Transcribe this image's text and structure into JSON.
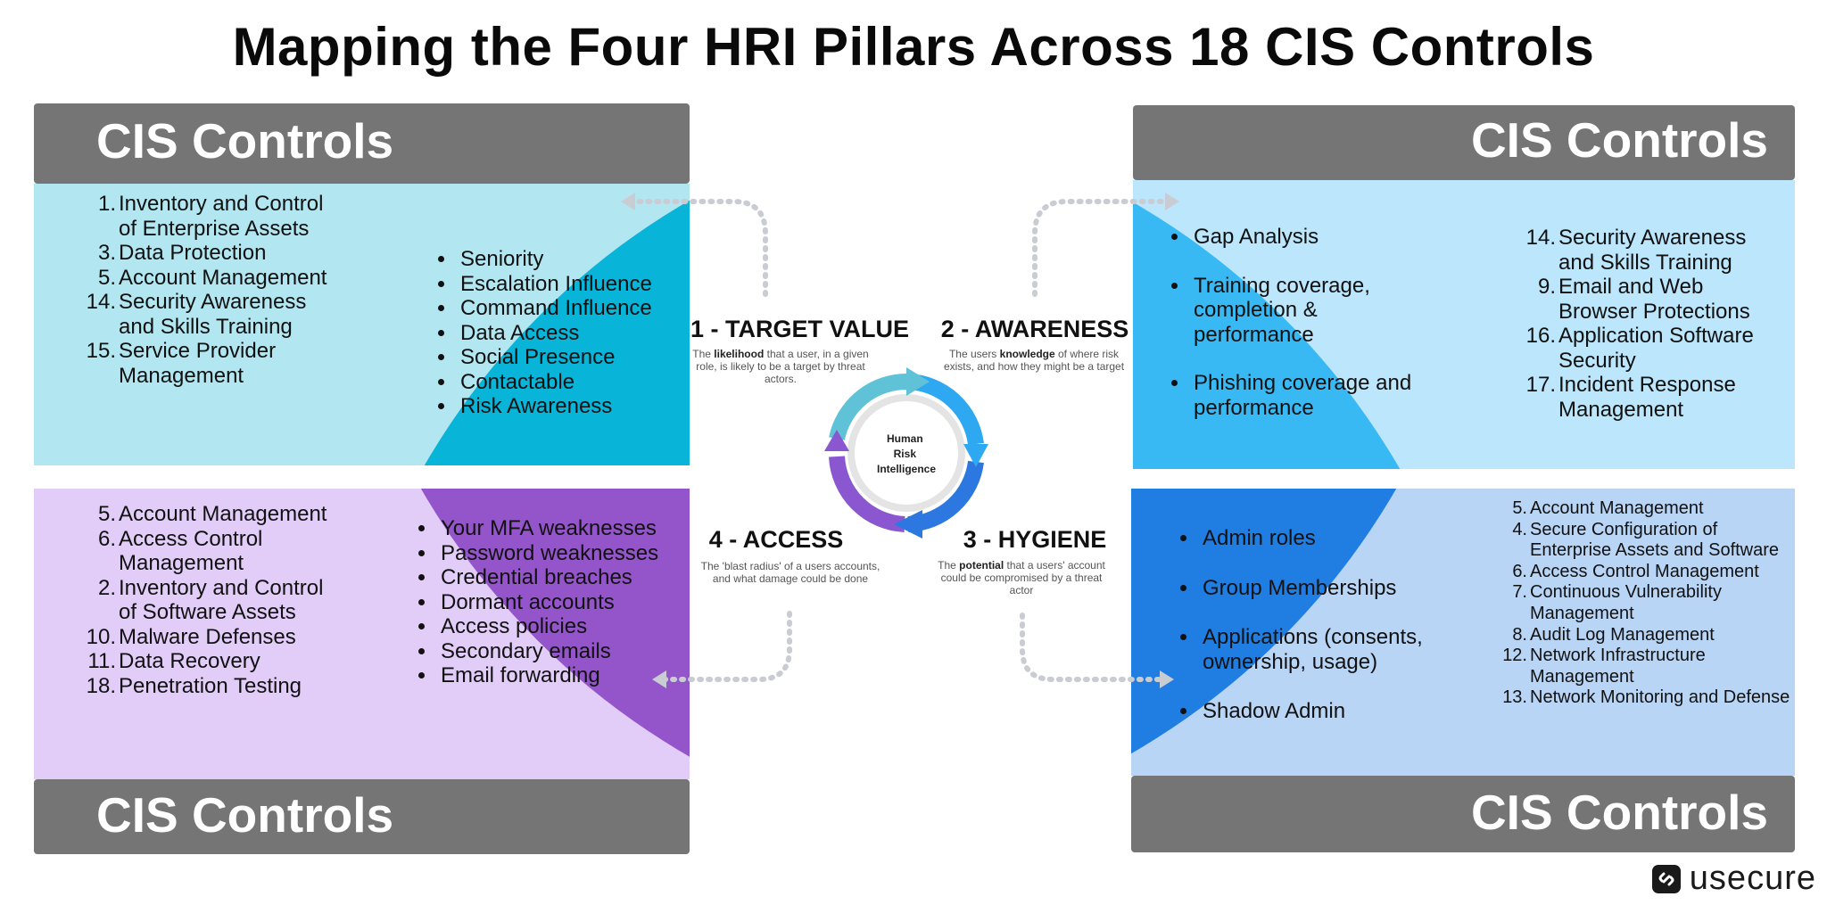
{
  "title": "Mapping the Four HRI Pillars Across 18 CIS Controls",
  "cis_heading": "CIS Controls",
  "center": {
    "label_line1": "Human",
    "label_line2": "Risk",
    "label_line3": "Intelligence"
  },
  "pillars": {
    "target_value": {
      "heading": "1 - TARGET VALUE",
      "desc_pre": "The ",
      "desc_bold": "likelihood",
      "desc_post": " that a user, in a given role, is likely to be a target by threat actors.",
      "items": [
        "Seniority",
        "Escalation Influence",
        "Command Influence",
        "Data Access",
        "Social Presence",
        "Contactable",
        "Risk Awareness"
      ]
    },
    "awareness": {
      "heading": "2 - AWARENESS",
      "desc_pre": "The users ",
      "desc_bold": "knowledge",
      "desc_post": " of where risk exists, and how they might be a target",
      "items": [
        "Gap Analysis",
        "Training coverage, completion & performance",
        "Phishing coverage and performance"
      ]
    },
    "hygiene": {
      "heading": "3 - HYGIENE",
      "desc_pre": "The ",
      "desc_bold": "potential",
      "desc_post": " that a users' account could be compromised by a threat actor",
      "items": [
        "Admin roles",
        "Group Memberships",
        "Applications  (consents, ownership, usage)",
        "Shadow Admin"
      ]
    },
    "access": {
      "heading": "4 - ACCESS",
      "desc": "The 'blast radius' of a users accounts, and what damage could be done",
      "items": [
        "Your MFA weaknesses",
        "Password weaknesses",
        "Credential breaches",
        "Dormant accounts",
        "Access policies",
        "Secondary emails",
        "Email forwarding"
      ]
    }
  },
  "cis_lists": {
    "target_value": [
      {
        "num": "1.",
        "text": "Inventory and Control of Enterprise Assets"
      },
      {
        "num": "3.",
        "text": "Data Protection"
      },
      {
        "num": "5.",
        "text": "Account Management"
      },
      {
        "num": "14.",
        "text": "Security Awareness and Skills Training"
      },
      {
        "num": "15.",
        "text": "Service Provider Management"
      }
    ],
    "awareness": [
      {
        "num": "14.",
        "text": "Security Awareness and Skills Training"
      },
      {
        "num": "9.",
        "text": "Email and Web Browser Protections"
      },
      {
        "num": "16.",
        "text": "Application Software Security"
      },
      {
        "num": "17.",
        "text": "Incident Response Management"
      }
    ],
    "access": [
      {
        "num": "5.",
        "text": "Account Management"
      },
      {
        "num": "6.",
        "text": "Access Control Management"
      },
      {
        "num": "2.",
        "text": "Inventory and Control of Software Assets"
      },
      {
        "num": "10.",
        "text": "Malware Defenses"
      },
      {
        "num": "11.",
        "text": "Data Recovery"
      },
      {
        "num": "18.",
        "text": "Penetration Testing"
      }
    ],
    "hygiene": [
      {
        "num": "5.",
        "text": "Account Management"
      },
      {
        "num": "4.",
        "text": "Secure Configuration of Enterprise Assets and Software"
      },
      {
        "num": "6.",
        "text": "Access Control Management"
      },
      {
        "num": "7.",
        "text": "Continuous Vulnerability Management"
      },
      {
        "num": "8.",
        "text": "Audit Log Management"
      },
      {
        "num": "12.",
        "text": "Network Infrastructure Management"
      },
      {
        "num": "13.",
        "text": "Network Monitoring and Defense"
      }
    ]
  },
  "colors": {
    "target_light": "#b2e6f0",
    "target_dark": "#08b4d8",
    "awareness_light": "#bce6fb",
    "awareness_dark": "#39b9f4",
    "access_light": "#e2cdf9",
    "access_dark": "#9355c9",
    "hygiene_light": "#b9d5f6",
    "hygiene_dark": "#207ee2",
    "bar": "#757575"
  },
  "brand": {
    "name": "usecure",
    "logo_icon": "usecure-link-icon"
  }
}
